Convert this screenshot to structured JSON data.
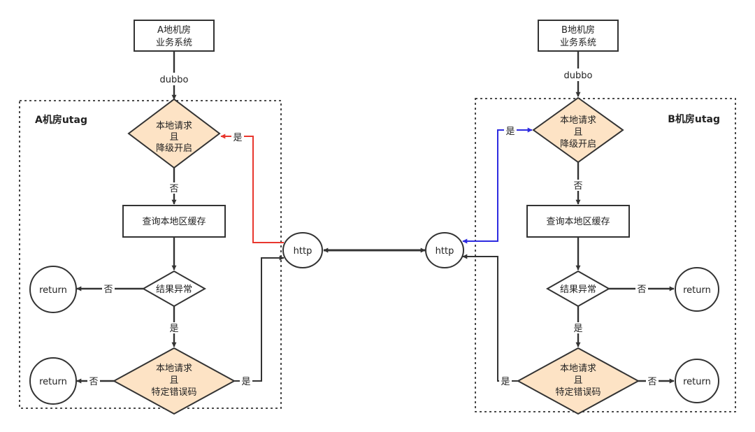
{
  "colors": {
    "line": "#333333",
    "diamond_fill": "#fde3c5",
    "red": "#e8372e",
    "blue": "#2d2be0"
  },
  "a": {
    "system_line1": "A地机房",
    "system_line2": "业务系统",
    "protocol": "dubbo",
    "region_label": "A机房utag",
    "decision1_line1": "本地请求",
    "decision1_line2": "且",
    "decision1_line3": "降级开启",
    "no1": "否",
    "query": "查询本地区缓存",
    "decision2": "结果异常",
    "no2": "否",
    "return1": "return",
    "yes2": "是",
    "decision3_line1": "本地请求",
    "decision3_line2": "且",
    "decision3_line3": "特定错误码",
    "no3": "否",
    "return2": "return",
    "yes3": "是",
    "yes_http": "是",
    "http": "http"
  },
  "b": {
    "system_line1": "B地机房",
    "system_line2": "业务系统",
    "protocol": "dubbo",
    "region_label": "B机房utag",
    "decision1_line1": "本地请求",
    "decision1_line2": "且",
    "decision1_line3": "降级开启",
    "no1": "否",
    "query": "查询本地区缓存",
    "decision2": "结果异常",
    "no2": "否",
    "return1": "return",
    "yes2": "是",
    "decision3_line1": "本地请求",
    "decision3_line2": "且",
    "decision3_line3": "特定错误码",
    "no3": "否",
    "return2": "return",
    "yes3": "是",
    "yes_http": "是",
    "http": "http"
  }
}
